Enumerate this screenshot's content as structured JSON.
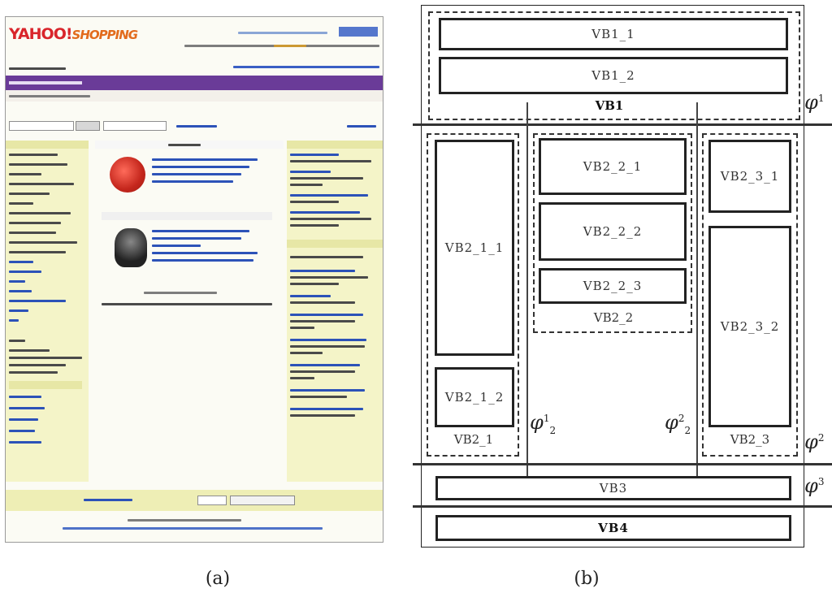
{
  "panel_a": {
    "caption": "(a)",
    "logo_main": "YAHOO!",
    "logo_sub": "SHOPPING"
  },
  "panel_b": {
    "caption": "(b)",
    "blocks": {
      "vb1_1": "VB1_1",
      "vb1_2": "VB1_2",
      "vb1": "VB1",
      "vb2_1_1": "VB2_1_1",
      "vb2_1_2": "VB2_1_2",
      "vb2_1": "VB2_1",
      "vb2_2_1": "VB2_2_1",
      "vb2_2_2": "VB2_2_2",
      "vb2_2_3": "VB2_2_3",
      "vb2_2": "VB2_2",
      "vb2_3_1": "VB2_3_1",
      "vb2_3_2": "VB2_3_2",
      "vb2_3": "VB2_3",
      "vb3": "VB3",
      "vb4": "VB4"
    },
    "separators": {
      "phi1": {
        "base": "φ",
        "sup": "1",
        "sub": ""
      },
      "phi2": {
        "base": "φ",
        "sup": "2",
        "sub": ""
      },
      "phi3": {
        "base": "φ",
        "sup": "3",
        "sub": ""
      },
      "phi2_1": {
        "base": "φ",
        "sup": "1",
        "sub": "2"
      },
      "phi2_2": {
        "base": "φ",
        "sup": "2",
        "sub": "2"
      }
    }
  }
}
